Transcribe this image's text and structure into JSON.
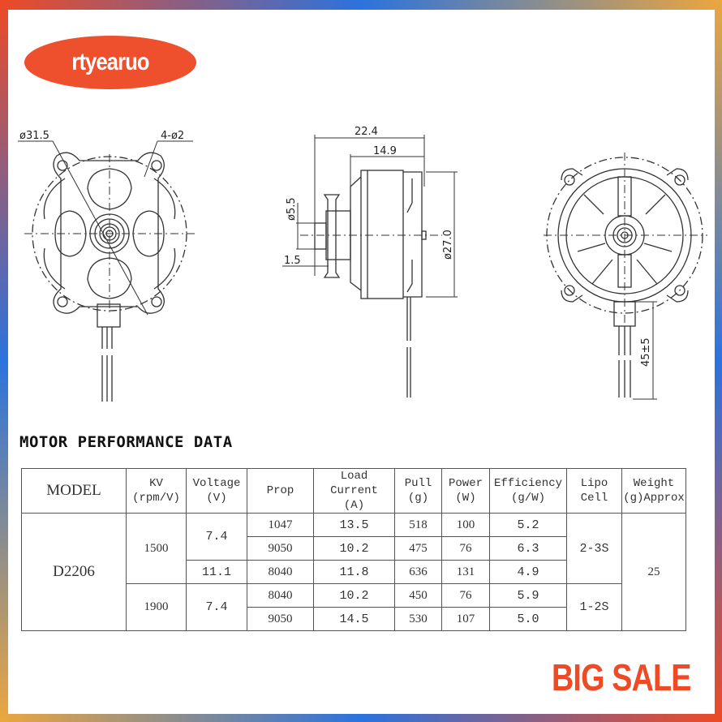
{
  "brand": {
    "name": "rtyearuo",
    "color": "#ee4f2c"
  },
  "frame": {
    "colors": [
      "#ee4a25",
      "#2b73de",
      "#eba63f"
    ]
  },
  "drawings": {
    "front_view": {
      "labels": {
        "diameter": "ø31.5",
        "holes": "4-ø2"
      }
    },
    "side_view": {
      "labels": {
        "total_length": "22.4",
        "body_length": "14.9",
        "shaft_diameter": "ø5.5",
        "shaft_offset": "1.5",
        "body_diameter": "ø27.0"
      }
    },
    "rear_view": {
      "labels": {
        "lead_length": "45±5"
      }
    }
  },
  "section_title": "MOTOR PERFORMANCE DATA",
  "table": {
    "headers": {
      "model": "MODEL",
      "kv": [
        "KV",
        "(rpm/V)"
      ],
      "voltage": [
        "Voltage",
        "(V)"
      ],
      "prop": "Prop",
      "load_current": [
        "Load Current",
        "(A)"
      ],
      "pull": [
        "Pull",
        "(g)"
      ],
      "power": [
        "Power",
        "(W)"
      ],
      "efficiency": [
        "Efficiency",
        "(g/W)"
      ],
      "lipo": [
        "Lipo",
        "Cell"
      ],
      "weight": [
        "Weight",
        "(g)Approx"
      ]
    },
    "model": "D2206",
    "weight": "25",
    "kv_groups": [
      {
        "kv": "1500",
        "lipo": "2-3S",
        "voltages": [
          {
            "v": "7.4",
            "rows": [
              {
                "prop": "1047",
                "current": "13.5",
                "pull": "518",
                "power": "100",
                "eff": "5.2"
              },
              {
                "prop": "9050",
                "current": "10.2",
                "pull": "475",
                "power": "76",
                "eff": "6.3"
              }
            ]
          },
          {
            "v": "11.1",
            "rows": [
              {
                "prop": "8040",
                "current": "11.8",
                "pull": "636",
                "power": "131",
                "eff": "4.9"
              }
            ]
          }
        ]
      },
      {
        "kv": "1900",
        "lipo": "1-2S",
        "voltages": [
          {
            "v": "7.4",
            "rows": [
              {
                "prop": "8040",
                "current": "10.2",
                "pull": "450",
                "power": "76",
                "eff": "5.9"
              },
              {
                "prop": "9050",
                "current": "14.5",
                "pull": "530",
                "power": "107",
                "eff": "5.0"
              }
            ]
          }
        ]
      }
    ]
  },
  "promo": {
    "label": "BIG SALE",
    "color": "#ee4a25"
  }
}
